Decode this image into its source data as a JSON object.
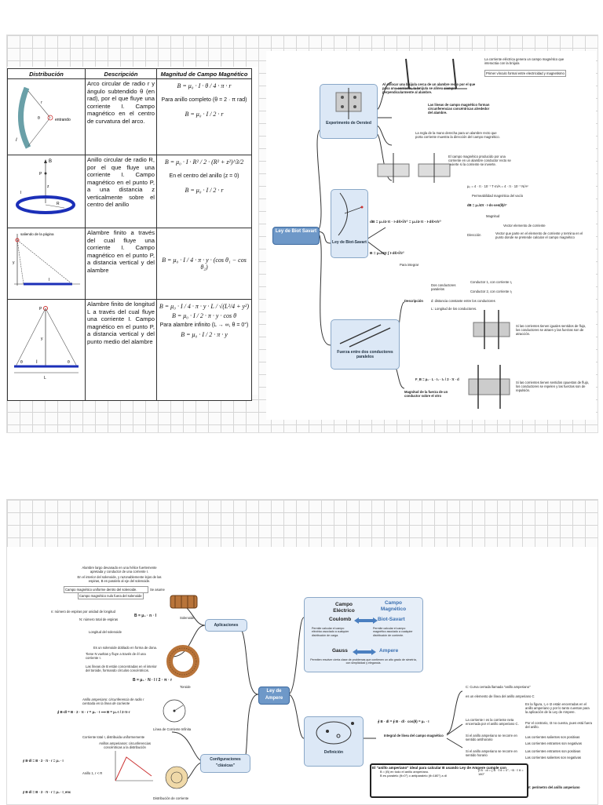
{
  "table": {
    "headers": [
      "Distribución",
      "Descripción",
      "Magnitud de Campo Magnético"
    ],
    "rows": [
      {
        "desc": "Arco circular de radio r y ángulo subtendido θ (en rad), por el que fluye una corriente I. Campo magnético en el centro de curvatura del arco.",
        "fig_labels": [
          "entrando",
          "r",
          "θ",
          "I"
        ],
        "formulas": [
          "B = μ₀ · I · θ / 4 · π · r",
          "Para anillo completo (θ = 2 · π rad)",
          "B = μ₀ · I / 2 · r"
        ]
      },
      {
        "desc": "Anillo circular de radio R, por el que fluye una corriente I. Campo magnético en el punto P, a una distancia z verticalmente sobre el centro del anillo",
        "fig_labels": [
          "B",
          "P",
          "z",
          "I",
          "R"
        ],
        "formulas": [
          "B = μ₀ · I · R² / 2 · (R² + z²)^3/2",
          "En el centro del anillo (z = 0)",
          "B = μ₀ · I / 2 · r"
        ]
      },
      {
        "desc": "Alambre finito a través del cual fluye una corriente I. Campo magnético en el punto P, a distancia vertical y del alambre",
        "fig_labels": [
          "saliendo de la página",
          "y",
          "I"
        ],
        "formulas": [
          "B = μ₀ · I / 4 · π · y · (cos θ₁ − cos θ₂)"
        ]
      },
      {
        "desc": "Alambre finito de longitud L a través del cual fluye una corriente I. Campo magnético en el punto P, a distancia vertical y del punto medio del alambre",
        "fig_labels": [
          "P",
          "y",
          "θ",
          "I",
          "θ",
          "L"
        ],
        "formulas": [
          "B = μ₀ · I / 4 · π · y · L / √(L²/4 + y²)",
          "B = μ₀ · I / 2 · π · y · cos θ",
          "Para alambre infinito (L → ∞, θ = 0°)",
          "B = μ₀ · I / 2 · π · y"
        ]
      }
    ]
  },
  "map1": {
    "center": "Ley de Biot Savart",
    "oersted": {
      "title": "Experimento de Oersted",
      "notes": [
        "La corriente eléctrica genera un campo magnético que interactúa con la brújula",
        "Primer vínculo formal entre electricidad y magnetismo",
        "Al colocar una brújula cerca de un alambre recto por el que pasa una corriente, la brújula se alinea siempre perpendicularmente al alambre.",
        "Las líneas de campo magnético forman circunferencias concéntricas alrededor del alambre.",
        "La regla de la mano derecha para un alambre recto que porta corriente muestra la dirección del campo magnético.",
        "El campo magnético producido por una corriente en un alambre conductor recto se invierte si la corriente se invierte."
      ]
    },
    "ley": {
      "title": "Ley de Biot-Savart",
      "mu": "μ₀ = 4 · π · 10⁻⁷ T·m/A = 4 · π · 10⁻⁷ N/A²",
      "perm": "Permeabilidad magnética del vacío",
      "dB": "dB = μ₀/4π · I·ds·sen(θ)/r²",
      "mag": "Magnitud",
      "vec": "Vector elemento de corriente",
      "dir": "Dirección",
      "dirnote": "Vector que parte en el elemento de corriente y termina en el punto donde se pretende calcular el campo magnético",
      "main": "dB = μ₀/4·π · I·dš×r̂/r² = μ₀/4·π · I·dš×r/r³",
      "integ": "B = μ₀/4π ∫ I·dš×r̂/r²",
      "para": "Para integrar"
    },
    "fuerza": {
      "title": "Fuerza entre dos conductores paralelos",
      "desc": "Descripción",
      "items": [
        "Dos conductores paralelos",
        "Conductor 1, con corriente I₁",
        "Conductor 2, con corriente I₂",
        "d: distancia constante entre los conductores",
        "L: Longitud de los conductores."
      ],
      "atraen": "Si las corrientes tienen iguales sentidos de flujo, los conductores se atraen y las fuerzas son de atracción.",
      "repelen": "Si las corrientes tienen sentidos opuestos de flujo, los conductores se repelen y las fuerzas son de repulsión.",
      "formula": "F_B = μ₀ · L · I₁ · I₂ / 2 · π · d",
      "formnote": "Magnitud de la fuerza de un conductor sobre el otro"
    }
  },
  "map2": {
    "center": "Ley de Ampere",
    "aplic": "Aplicaciones",
    "config": "Configuraciones \"clásicas\"",
    "def": "Definición",
    "solenoide": "Solenoide",
    "toroide": "Toroide",
    "linea": "Línea de Corriente Infinita",
    "distrib": "Distribución de corriente",
    "sol_notes": [
      "Alambre largo devanado en una hélice fuertemente apretada y conductor de una corriente I.",
      "En el interior del solenoide, y razonablemente lejos de las espiras, B es paralelo al eje del solenoide.",
      "Campo magnético uniforme dentro del solenoide.",
      "Campo magnético nulo fuera del solenoide",
      "n: número de espiras por unidad de longitud",
      "N: número total de espiras",
      "Longitud del solenoide",
      "B = μ₀ · n · I",
      "Se asume"
    ],
    "tor_notes": [
      "Es un solenoide doblado en forma de dona.",
      "Tiene N vueltas y fluye a través de él una corriente I.",
      "Las líneas de B están concentradas en el interior del toroide, formando círculos concéntricos.",
      "B = μ₀ · N · I / 2 · π · r"
    ],
    "lin_notes": [
      "Anillo amperiano: circunferencia de radio r centrada en la línea de corriente",
      "∮ B·dl = B · 2 · π · r = μ₀ · I ⟹ B = μ₀·I / 2·π·r"
    ],
    "dist_notes": [
      "Corriente total I, distribuida uniformemente",
      "Anillos amperianos: circunferencias concéntricas a la distribución",
      "Anillo 1, r < R",
      "∮ B·dl = B · 2 · π · r = μ₀ · I",
      "∮ B·dl = B · 2 · π · r = μ₀ · I_enc"
    ],
    "campo_e": "Campo Eléctrico",
    "campo_m": "Campo Magnético",
    "coulomb": "Coulomb",
    "biot": "Biot-Savart",
    "gauss": "Gauss",
    "ampere": "Ampere",
    "cmp_note1": "Permite calcular el campo eléctrico asociado a cualquier distribución de carga.",
    "cmp_note2": "Permite calcular el campo magnético asociado a cualquier distribución de corriente.",
    "cmp_note3": "Permiten resolver cierta clase de problemas que contienen un alto grado de simetría, con simplicidad y elegancia.",
    "integral": "∮ B · dl = ∮ B · dl · cos(θ) = μ₀ · I",
    "integral_label": "Integral de línea del campo magnético",
    "def_notes": [
      "C: Curva cerrada llamada \"anillo amperiano\"",
      "es un elemento de línea del anillo amperiano C",
      "En la figura, I₁ e I2 están encerradas en el anillo amperiano y por lo tanto cuentan para la aplicación de la Ley de Ampere.",
      "La corriente I es la corriente neta encerrada por el anillo amperiano C.",
      "Por el contrario, I3 no cuenta, pues está fuera del anillo.",
      "Si el anillo amperiano se recorre en sentido antihorario",
      "Las corrientes salientes son positivas",
      "Las corrientes entrantes son negativas",
      "Si el anillo amperiano se recorre en sentido horario",
      "Las corrientes entrantes son positivas",
      "Las corrientes salientes son negativas"
    ],
    "ideal": "El \"anillo amperiano\" ideal para calcular B usando Ley de Ampere cumple con",
    "ideal_items": [
      "B = |B| en todo el anillo amperiano.",
      "B es paralelo (θ=0°) o antiparalelo (θ=180°) a dl"
    ],
    "ideal_eq": "∮ B · dl = { B · ℓ  θ = 0°; −B · ℓ  θ = 180°",
    "perim": "ℓ: perímetro del anillo amperiano"
  }
}
